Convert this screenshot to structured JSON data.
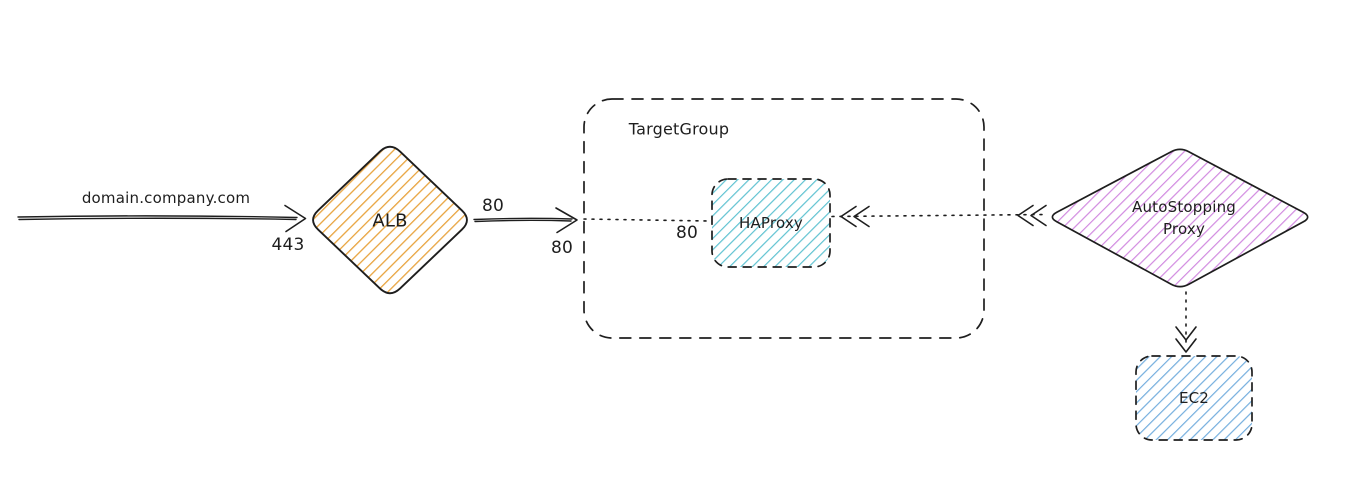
{
  "diagram": {
    "nodes": {
      "alb": {
        "label": "ALB",
        "shape": "diamond"
      },
      "target_group": {
        "label": "TargetGroup",
        "shape": "dashed-container"
      },
      "haproxy": {
        "label": "HAProxy",
        "shape": "dashed-rect"
      },
      "autostopping_proxy": {
        "label_line1": "AutoStopping",
        "label_line2": "Proxy",
        "shape": "diamond"
      },
      "ec2": {
        "label": "EC2",
        "shape": "dashed-rect"
      }
    },
    "edges": {
      "inbound": {
        "label": "domain.company.com",
        "port": "443",
        "style": "solid-arrow"
      },
      "alb_to_targetgroup": {
        "port_top": "80",
        "port_bottom": "80",
        "style": "solid-arrow"
      },
      "targetgroup_to_haproxy": {
        "port": "80",
        "style": "dotted-line"
      },
      "autostopping_to_haproxy": {
        "style": "dotted-arrow"
      },
      "autostopping_to_ec2": {
        "style": "dotted-arrow"
      }
    },
    "colors": {
      "stroke": "#1e1e1e",
      "alb-fill": "#e8a33d",
      "haproxy-fill": "#5fc2d1",
      "autostopping-fill": "#d18ae0",
      "ec2-fill": "#74aede",
      "background": "#ffffff"
    }
  }
}
